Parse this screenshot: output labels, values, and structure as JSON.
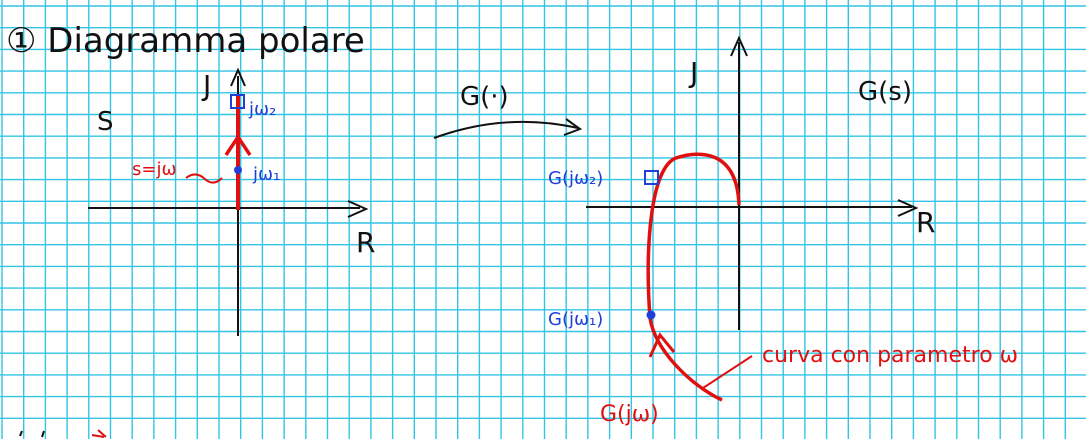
{
  "title": "① Diagramma polare",
  "left_plane": {
    "plane_label": "S",
    "imag_axis_label": "J",
    "real_axis_label": "R",
    "point_2_label": "jω₂",
    "point_1_label": "jω₁",
    "path_label": "s=jω"
  },
  "mapping": {
    "label": "G(·)"
  },
  "right_plane": {
    "plane_label": "G(s)",
    "imag_axis_label": "J",
    "real_axis_label": "R",
    "point_2_label": "G(jω₂)",
    "point_1_label": "G(jω₁)",
    "curve_label": "G(jω)",
    "curve_annotation": "curva con parametro ω"
  },
  "colors": {
    "grid": "#31c4e4",
    "ink": "#111111",
    "red": "#e01010",
    "blue": "#1f3fd8"
  }
}
